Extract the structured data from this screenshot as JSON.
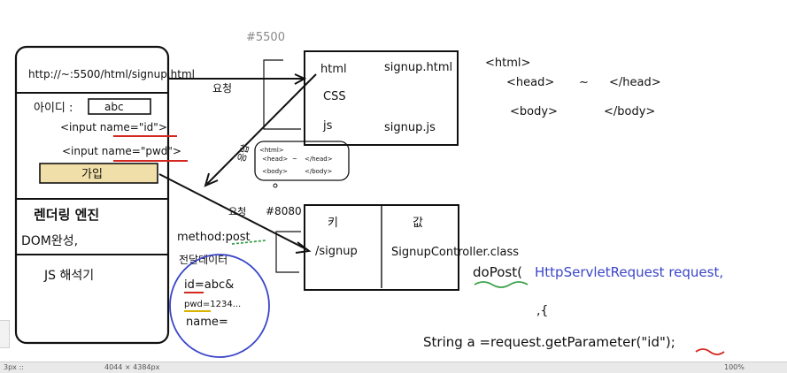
{
  "browser": {
    "url": "http://~:5500/html/signup.html",
    "request_label": "요청",
    "id_label": "아이디 :",
    "id_value": "abc",
    "input_id": "<input name=\"id\">",
    "input_pwd": "<input name=\"pwd\">",
    "submit_button": "가입",
    "render_engine": "렌더링 엔진",
    "dom_done": "DOM완성,",
    "js_interpreter": "JS 해석기"
  },
  "port_5500": "#5500",
  "port_8080": "#8080",
  "static_server": {
    "html": "html",
    "css": "CSS",
    "js": "js",
    "html_file": "signup.html",
    "js_file": "signup.js"
  },
  "html_structure": {
    "line1": "<html>",
    "head": "<head>",
    "head_sep": "~",
    "head_close": "</head>",
    "body": "<body>",
    "body_close": "</body>"
  },
  "response": {
    "label": "응답",
    "note_html": "<html>",
    "note_head": "<head>",
    "note_sep": "~",
    "note_head_close": "</head>",
    "note_body": "<body>",
    "note_body_close": "</body>"
  },
  "request2": {
    "label": "요청",
    "method": "method:post",
    "data_title": "전달데이터",
    "id_line": "id=abc&",
    "pwd_line": "pwd=1234...",
    "name_line": "name="
  },
  "servlet_table": {
    "key_header": "키",
    "value_header": "값",
    "key": "/signup",
    "value": "SignupController.class"
  },
  "code": {
    "dopost": "doPost(",
    "dopost_arg": "HttpServletRequest request,",
    "brace": ",{",
    "getparam": "String a =request.getParameter(\"id\");"
  },
  "status": {
    "left": "3px  ::",
    "dims": "4044 × 4384px",
    "zoom": "100%"
  }
}
